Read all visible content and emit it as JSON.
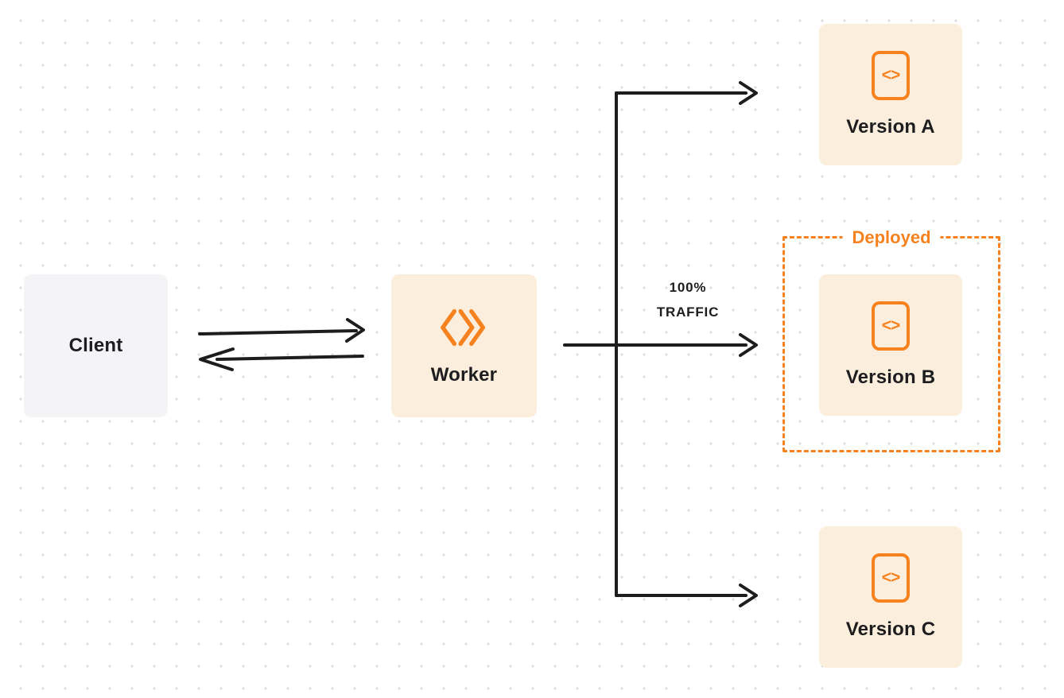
{
  "colors": {
    "orange": "#F6821F",
    "cream": "#FCEEDC",
    "client-bg": "#F4F4F6",
    "ink": "#1D1D1F",
    "dot": "#DCDCE0"
  },
  "nodes": {
    "client": {
      "label": "Client"
    },
    "worker": {
      "label": "Worker",
      "icon": "cloudflare-workers-icon"
    },
    "versions": [
      {
        "label": "Version A",
        "icon": "code-icon"
      },
      {
        "label": "Version B",
        "icon": "code-icon",
        "badge": "Deployed"
      },
      {
        "label": "Version C",
        "icon": "code-icon"
      }
    ]
  },
  "edges": {
    "traffic_label_line1": "100%",
    "traffic_label_line2": "TRAFFIC"
  },
  "icons": {
    "code_glyph": "<>"
  }
}
